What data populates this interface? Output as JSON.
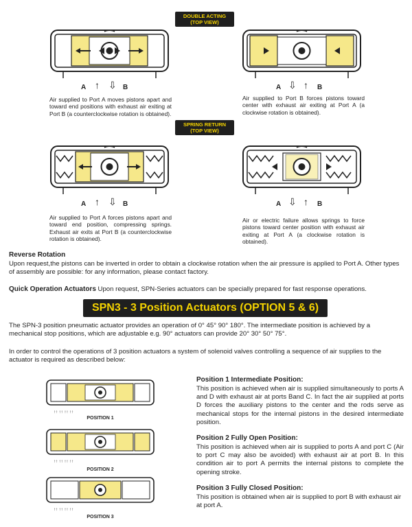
{
  "badges": {
    "double_acting": [
      "DOUBLE ACTING",
      "(TOP VIEW)"
    ],
    "spring_return": [
      "SPRING RETURN",
      "(TOP VIEW)"
    ]
  },
  "ports": {
    "a": "A",
    "b": "B"
  },
  "captions": {
    "da_left": "Air supplied to Port A moves pistons apart and toward end positions with exhaust air exiting at Port B (a counterclockwise rotation is obtained).",
    "da_right": "Air supplied to Port B forces pistons toward center with exhaust air exiting at Port A (a clockwise rotation is obtained).",
    "sr_left": "Air supplied to Port A forces pistons apart and toward end position, compressing springs. Exhaust air exits at Port B (a counterclockwise rotation is obtained).",
    "sr_right": "Air or electric failure allows springs to force pistons toward center position with exhaust air exiting at Port A (a clockwise rotation is obtained)."
  },
  "reverse": {
    "title": "Reverse Rotation",
    "body": "Upon request,the pistons can be inverted in order to obtain a clockwise rotation when the air pressure is applied to Port A. Other types of assembly are possible: for any information, please contact factory."
  },
  "quick": {
    "title": "Quick Operation Actuators",
    "body": " Upon request, SPN-Series actuators can be specially prepared for fast response operations."
  },
  "banner": "SPN3 - 3 Position Actuators (OPTION 5 & 6)",
  "spn3": {
    "para1": "The SPN-3 position pneumatic actuator provides an operation of  0°  45°  90°  180°. The intermediate position is achieved by a mechanical stop positions, which are adjustable e.g. 90° actuators can provide  20°  30°  50° 75°.",
    "para2": "In order to control the operations of 3 position actuators a system of solenoid valves controlling a sequence of air supplies to the actuator is required as described below:"
  },
  "positions": [
    {
      "label": "POSITION 1",
      "title": "Position 1 Intermediate Position:",
      "body": "This position is achieved when air is supplied simultaneously to ports A and D with exhaust air at ports Band C. In fact the air supplied at ports D forces the auxiliary pistons to the center and the rods serve as mechanical stops for the internal pistons in the desired intermediate position."
    },
    {
      "label": "POSITION 2",
      "title": "Position 2 Fully Open Position:",
      "body": "This position is achieved when air is supplied to ports A and port C (Air to port C may also be avoided) with exhaust air at port B. In this condition air to port A permits the internal pistons to complete the opening stroke."
    },
    {
      "label": "POSITION 3",
      "title": "Position 3 Fully Closed Position:",
      "body": "This position is obtained when air is supplied to port B with exhaust air at port A."
    }
  ],
  "colors": {
    "accent_yellow": "#f5d300",
    "piston_yellow": "#f6e88a",
    "badge_bg": "#1f1f1f"
  }
}
